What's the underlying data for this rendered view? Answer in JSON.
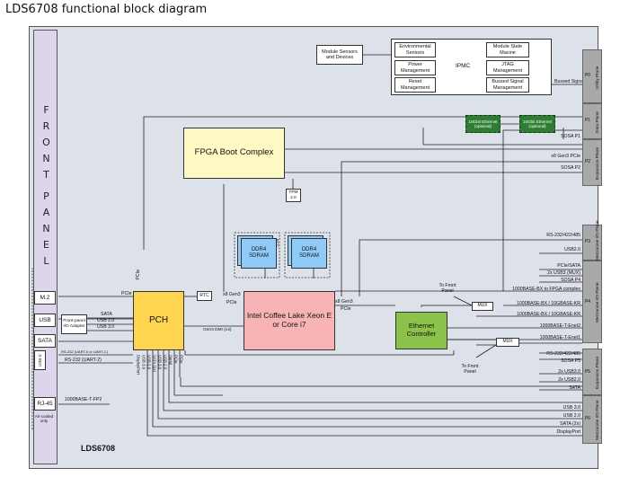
{
  "title": "LDS6708 functional block diagram",
  "board_label": "LDS6708",
  "front_panel": [
    "F",
    "R",
    "O",
    "N",
    "T",
    "P",
    "A",
    "N",
    "E",
    "L"
  ],
  "front_ports": {
    "m2": "M.2",
    "usb": "USB",
    "sata": "SATA",
    "usbc": "USB-C",
    "rj45": "RJ-45",
    "aircooled": "Air-cooled only"
  },
  "ipmc": {
    "center": "IPMC",
    "env": "Environmental Sensors",
    "power": "Power Management",
    "reset": "Reset Management",
    "msm": "Module State Macine",
    "jtag": "JTAG Management",
    "bsm": "Bussed Signal Management",
    "sensors": "Module Sensors and Devices",
    "bussed": "Bussed Signals"
  },
  "blocks": {
    "fpga": "FPGA Boot Complex",
    "tpm": "TPM 2.0",
    "pch": "PCH",
    "rtc": "RTC",
    "cpu": "Intel Coffee Lake Xeon E or Core i7",
    "eth": "Ethernet Controller",
    "ddr1": "DDR4 SDRAM",
    "ddr2": "DDR4 SDRAM",
    "mux1": "MUX",
    "mux2": "MUX",
    "fp_io": "Front-panel I/O Adapter",
    "eth10g_1": "10Gbit Ethernet (optional)",
    "eth10g_2": "10Gbit Ethernet (optional)"
  },
  "labels": {
    "pcie_m2": "PCIe",
    "fp_sata": "SATA",
    "fp_usb2": "USB 2.0",
    "fp_usb3": "USB 3.0",
    "uart1": "RS-232 (UART-0 or UART-C)",
    "uart2": "RS-232 (UART-2)",
    "rj45": "1000BASE-T-FP2",
    "pcie_up": "PCIe",
    "x8gen3_l": "x8 Gen3",
    "pcie_l": "PCIe",
    "x8gen3_r": "x8 Gen3",
    "pcie_r": "PCIe",
    "dmi": "Gen3 DMI (x4)",
    "to_front1": "To Front Panel",
    "to_front2": "To Front Panel",
    "v1": "USB 3.0",
    "v2": "USB 2.0",
    "v3": "SATA (2x)",
    "v4": "USB 3.0",
    "v5": "USB 2.0",
    "v6": "Serial",
    "v7": "PCIe",
    "v8": "PCIe",
    "v9": "DisplayPort",
    "ecc": "ECC"
  },
  "planes": [
    {
      "num": "P0",
      "name": "Utility Plane"
    },
    {
      "num": "P1",
      "name": "Data Plane"
    },
    {
      "num": "P2",
      "name": "Expansion Plane"
    },
    {
      "num": "P3",
      "name": "Mezzanine I/O Plane"
    },
    {
      "num": "P4",
      "name": "Mezzanine I/O Plane"
    },
    {
      "num": "P5",
      "name": "Expansion Plane"
    },
    {
      "num": "P6",
      "name": "Mezzanine I/O Plane"
    }
  ],
  "right_labels": {
    "sosa_p1": "SOSA P1",
    "x8_pcie": "x8 Gen3 PCIe",
    "sosa_p2": "SOSA P2",
    "rs232_p3": "RS-232/422/485",
    "usb2_p3": "USB2.0",
    "pcie_sata": "PCIe/SATA",
    "usb3mux": "2x USB3 (MUX)",
    "sosa_p4": "SOSA P4",
    "bx_fpga": "1000BASE-BX to FPGA complex",
    "bx1": "1000BASE-BX / 10GBASE-KR",
    "bx2": "1000BASE-BX / 10GBASE-KR",
    "t_enet2": "1000BASE-T-Enet2",
    "t_enet1": "1000BASE-T-Enet1",
    "rs232_p5": "RS-232/422/485",
    "sosa_p5": "SOSA P5",
    "usb3_p5": "2x USB3.0",
    "usb2_p5": "2x USB2.0",
    "sata_p5": "SATA",
    "usb30_p6": "USB 3.0",
    "usb20_p6": "USB 2.0",
    "sata2x_p6": "SATA (2x)",
    "dp_p6": "DisplayPort"
  }
}
